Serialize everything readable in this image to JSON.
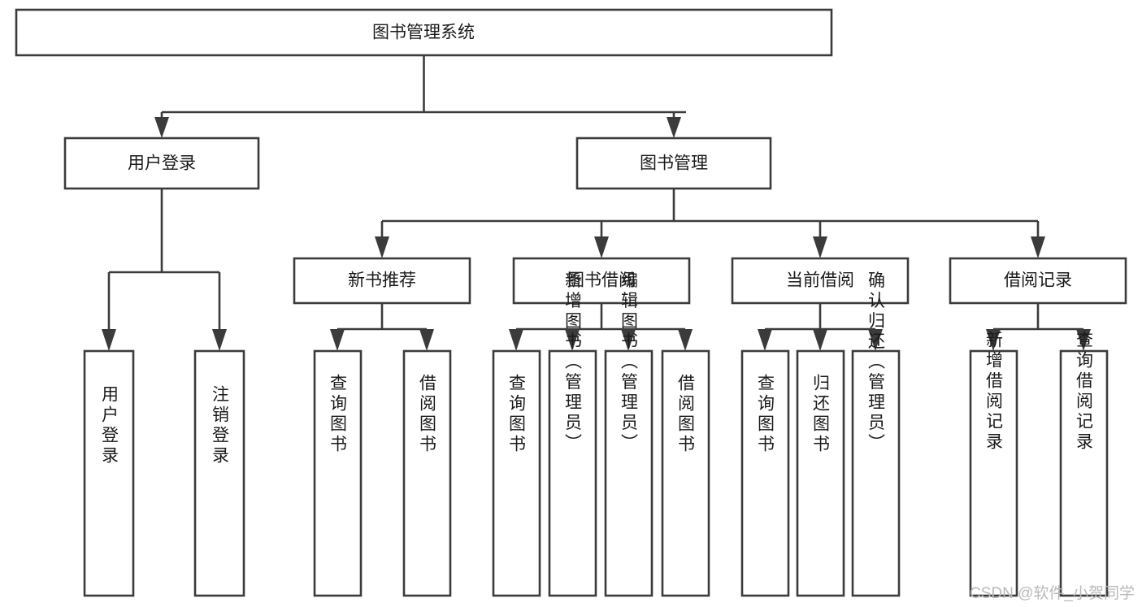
{
  "diagram": {
    "type": "tree",
    "title": "图书管理系统",
    "orientation": "top-down",
    "colors": {
      "box_fill": "#ffffff",
      "box_stroke": "#3b3b3b",
      "text": "#1a1a1a",
      "background": "#ffffff",
      "watermark": "#b9b9b9"
    },
    "nodes": {
      "root": {
        "label": "图书管理系统"
      },
      "level2": [
        {
          "label": "用户登录"
        },
        {
          "label": "图书管理"
        }
      ],
      "level3": [
        {
          "label": "新书推荐"
        },
        {
          "label": "图书借阅"
        },
        {
          "label": "当前借阅"
        },
        {
          "label": "借阅记录"
        }
      ],
      "leaves_user_login": [
        {
          "label": "用户登录"
        },
        {
          "label": "注销登录"
        }
      ],
      "leaves_new_book": [
        {
          "label": "查询图书"
        },
        {
          "label": "借阅图书"
        }
      ],
      "leaves_borrow": [
        {
          "label": "查询图书"
        },
        {
          "label": "新增图书（管理员）"
        },
        {
          "label": "编辑图书（管理员）"
        },
        {
          "label": "借阅图书"
        }
      ],
      "leaves_current": [
        {
          "label": "查询图书"
        },
        {
          "label": "归还图书"
        },
        {
          "label": "确认归还（管理员）"
        }
      ],
      "leaves_record": [
        {
          "label": "新增借阅记录"
        },
        {
          "label": "查询借阅记录"
        }
      ]
    }
  },
  "watermark": {
    "text": "CSDN @软件_小贺同学"
  }
}
